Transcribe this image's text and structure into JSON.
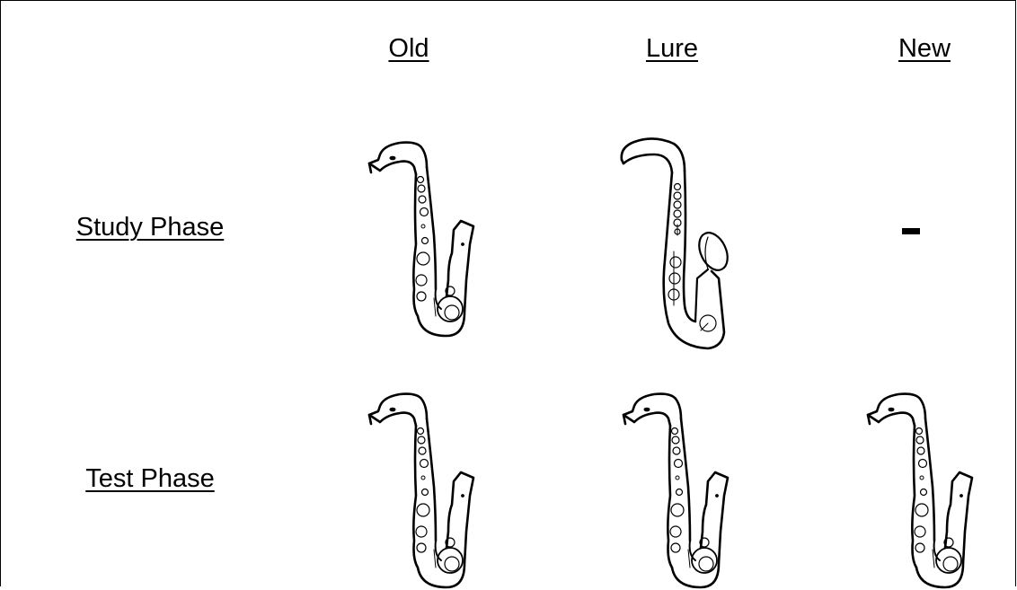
{
  "columns": [
    "Old",
    "Lure",
    "New"
  ],
  "rows": [
    "Study Phase",
    "Test Phase"
  ],
  "cells": [
    [
      "saxophone-icon",
      "saxophone-lure-icon",
      "dash"
    ],
    [
      "saxophone-icon",
      "saxophone-icon",
      "saxophone-icon"
    ]
  ]
}
